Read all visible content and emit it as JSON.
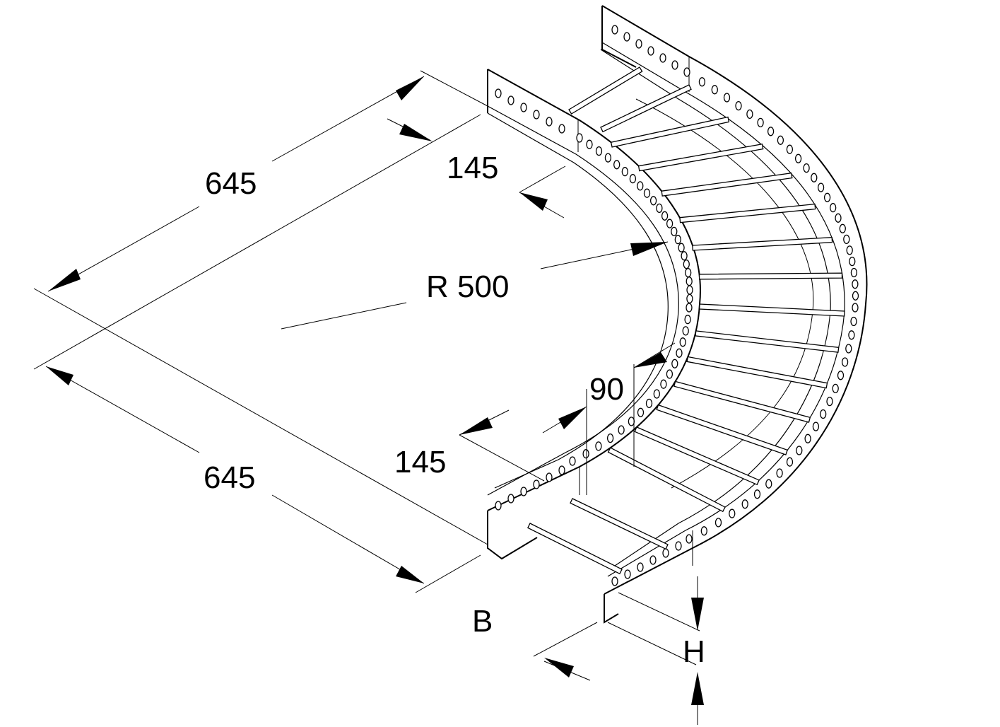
{
  "dimensions": {
    "length_upper": "645",
    "length_lower": "645",
    "straight_upper": "145",
    "straight_lower": "145",
    "radius": "R 500",
    "angle": "90",
    "width": "B",
    "height": "H"
  }
}
